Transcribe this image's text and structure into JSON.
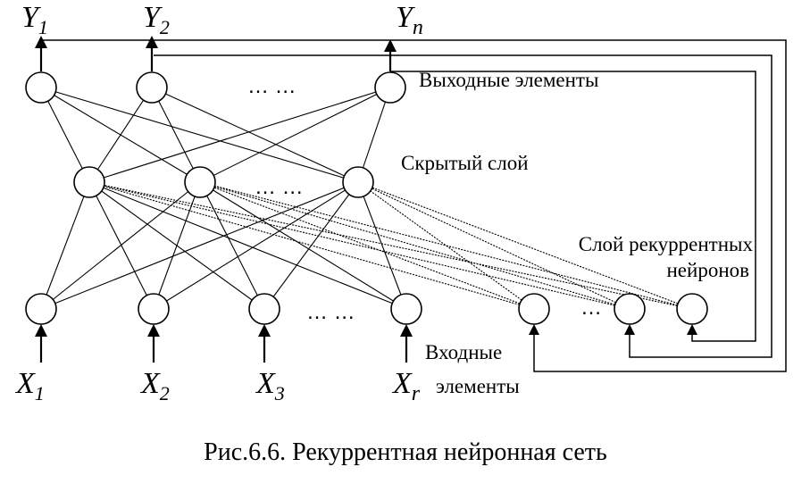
{
  "outputs": [
    {
      "var": "Y",
      "sub": "1"
    },
    {
      "var": "Y",
      "sub": "2"
    },
    {
      "var": "Y",
      "sub": "n"
    }
  ],
  "inputs": [
    {
      "var": "X",
      "sub": "1"
    },
    {
      "var": "X",
      "sub": "2"
    },
    {
      "var": "X",
      "sub": "3"
    },
    {
      "var": "X",
      "sub": "r"
    }
  ],
  "labels": {
    "output_layer": "Выходные элементы",
    "hidden_layer": "Скрытый слой",
    "recurrent_line1": "Слой рекуррентных",
    "recurrent_line2": "нейронов",
    "input_line1": "Входные",
    "input_line2": "элементы"
  },
  "ellipses": {
    "output": "… …",
    "hidden": "… …",
    "input": "… …",
    "recurrent": "…"
  },
  "caption": "Рис.6.6. Рекуррентная нейронная сеть"
}
